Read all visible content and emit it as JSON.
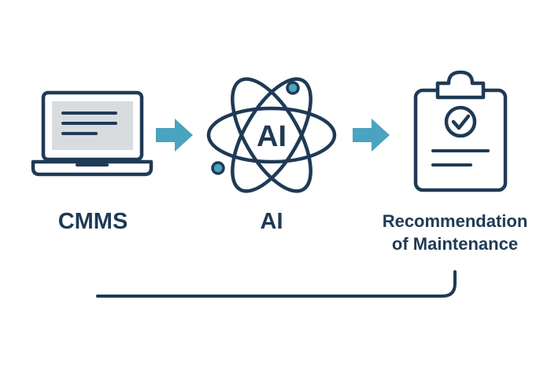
{
  "nodes": [
    {
      "id": "cmms",
      "label": "CMMS",
      "icon": "laptop-icon"
    },
    {
      "id": "ai",
      "label": "AI",
      "icon_text": "AI",
      "icon": "atom-icon"
    },
    {
      "id": "recommendation",
      "label_lines": [
        "Recommendation",
        "of Maintenance"
      ],
      "icon": "clipboard-check-icon"
    }
  ],
  "edges": [
    {
      "from": "cmms",
      "to": "ai",
      "icon": "arrow-right-icon"
    },
    {
      "from": "ai",
      "to": "recommendation",
      "icon": "arrow-right-icon"
    },
    {
      "from": "recommendation",
      "to": "cmms",
      "icon": "feedback-line"
    }
  ],
  "colors": {
    "primary": "#1f3a56",
    "accent": "#4aa3bf",
    "screen": "#d9dcdf",
    "background": "#ffffff"
  }
}
